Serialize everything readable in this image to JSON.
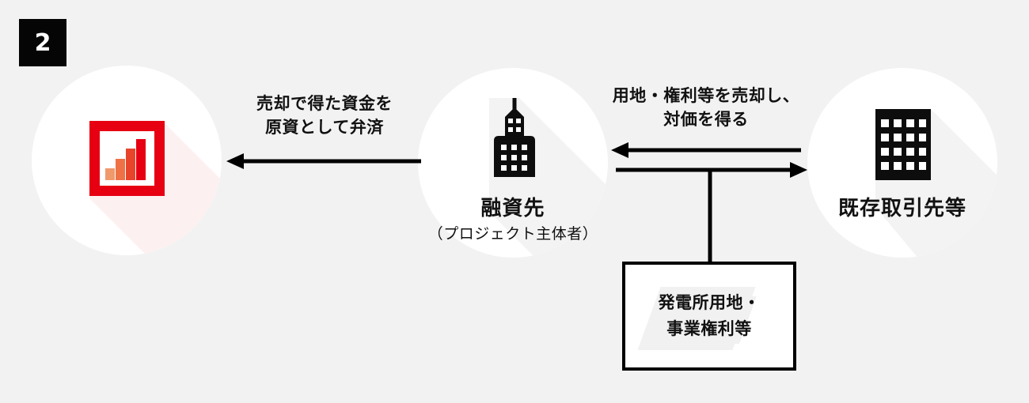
{
  "step": {
    "number": "2"
  },
  "colors": {
    "background": "#f2f2f2",
    "badge_bg": "#050505",
    "badge_text": "#ffffff",
    "circle_bg": "#ffffff",
    "icon_red": "#e60012",
    "bar_1": "#f0996b",
    "bar_2": "#ee7246",
    "bar_3": "#e8442b",
    "bar_4": "#e60012",
    "icon_black": "#0d0d0d",
    "line": "#000000",
    "text": "#111111"
  },
  "nodes": {
    "left": {
      "icon": "bar-chart-icon",
      "label": ""
    },
    "center": {
      "icon": "skyscraper-icon",
      "title": "融資先",
      "subtitle": "（プロジェクト主体者）"
    },
    "right": {
      "icon": "office-building-icon",
      "title": "既存取引先等"
    }
  },
  "flows": {
    "left_caption_line1": "売却で得た資金を",
    "left_caption_line2": "原資として弁済",
    "right_caption_line1": "用地・権利等を売却し、",
    "right_caption_line2": "対価を得る"
  },
  "asset_box": {
    "line1": "発電所用地・",
    "line2": "事業権利等"
  },
  "arrows": [
    {
      "name": "repayment-arrow",
      "direction": "left"
    },
    {
      "name": "consideration-arrow",
      "direction": "left"
    },
    {
      "name": "asset-transfer-arrow",
      "direction": "right"
    }
  ]
}
